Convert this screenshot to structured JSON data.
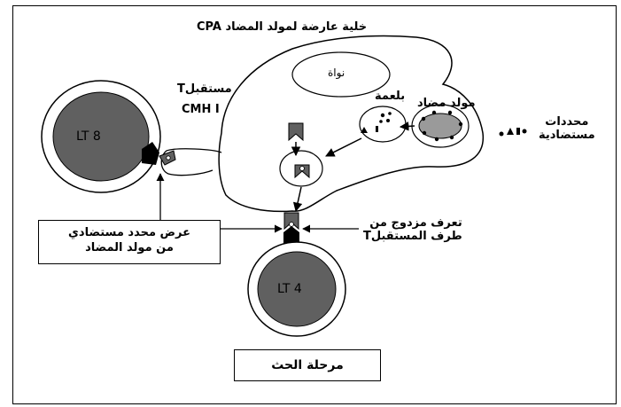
{
  "labels": {
    "cell_title": "خلية عارضة لمولد المضاد  CPA",
    "nucleus": "نواة",
    "phagosome": "بلعمة",
    "antigen": "مولد مضاد",
    "determinants_line1": "محددات",
    "determinants_line2": "مستضادية",
    "t_receptor": "مستقبلT",
    "cmh": "CMH I",
    "lt8": "LT 8",
    "lt4": "LT 4",
    "double_recognition_line1": "تعرف مزدوج من",
    "double_recognition_line2": "طرف المستقبلT",
    "presentation_line1": "عرض محدد مستضادي",
    "presentation_line2": "من مولد المضاد",
    "phase": "مرحلة الحث"
  },
  "colors": {
    "cell_fill": "#606060",
    "antigen_fill": "#9a9a9a",
    "line": "#000000"
  }
}
